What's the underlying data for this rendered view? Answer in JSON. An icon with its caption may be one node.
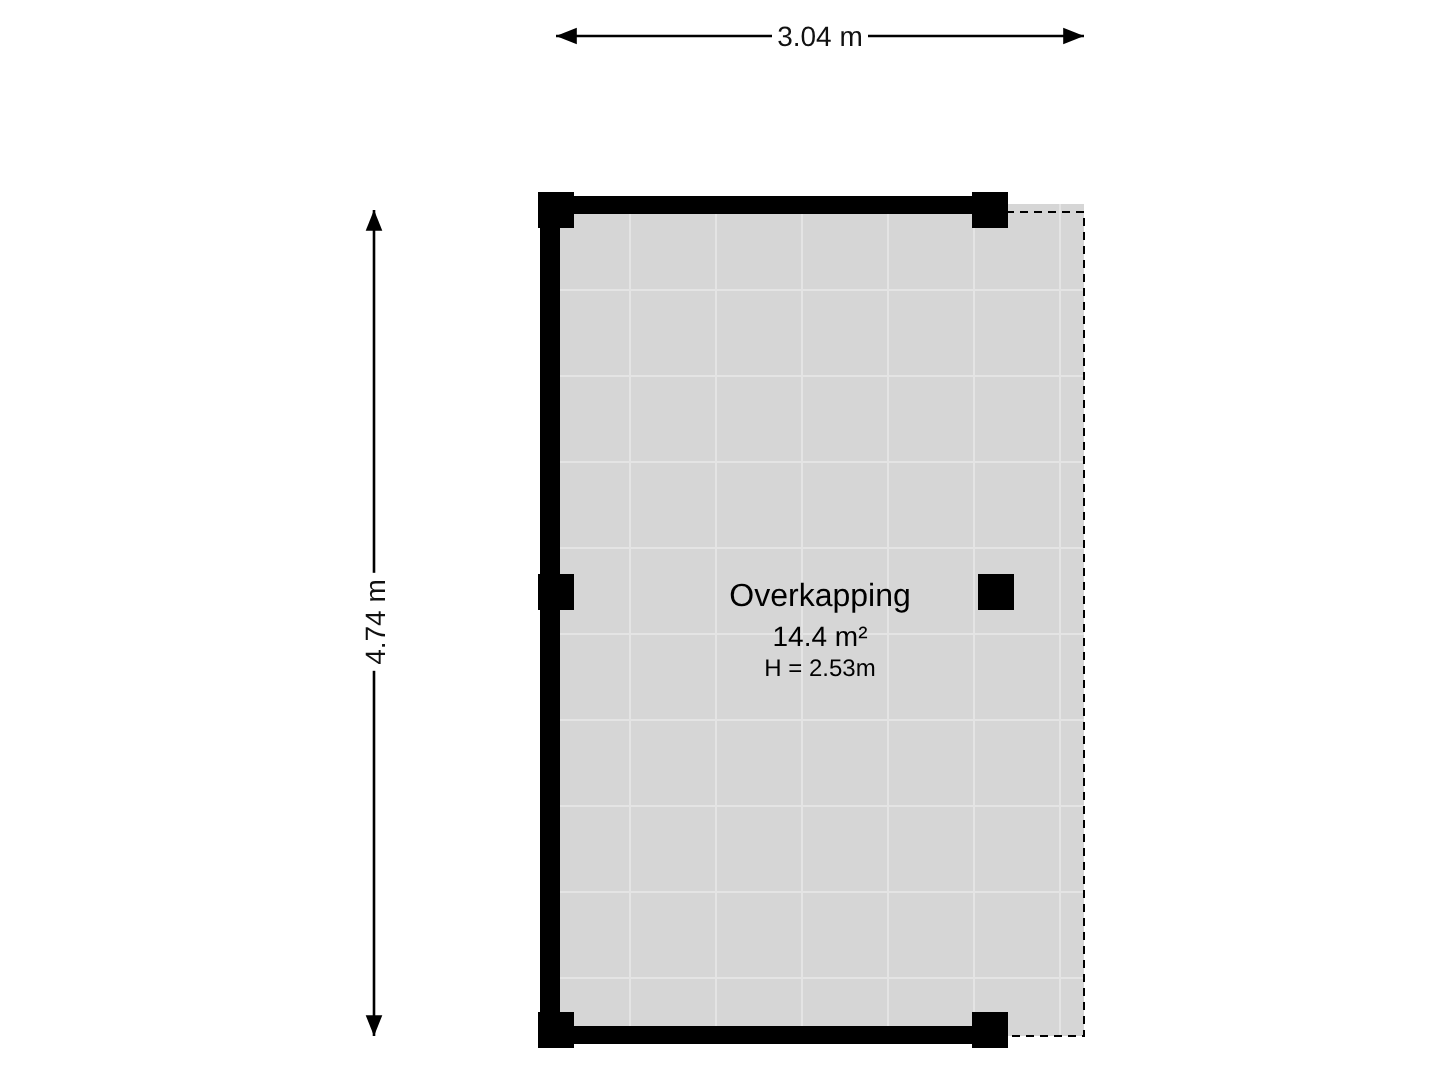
{
  "diagram": {
    "nodes": [
      {
        "text": [
          "Overkapping",
          "14.4 m²",
          "H = 2.53m"
        ]
      }
    ],
    "labels": [
      "3.04 m",
      "4.74 m"
    ]
  }
}
